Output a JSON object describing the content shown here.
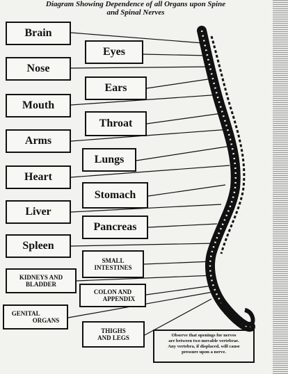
{
  "title": {
    "line1": "Diagram Showing Dependence of all Organs upon Spine",
    "line2": "and Spinal Nerves"
  },
  "organs": {
    "brain": "Brain",
    "eyes": "Eyes",
    "nose": "Nose",
    "ears": "Ears",
    "mouth": "Mouth",
    "throat": "Throat",
    "arms": "Arms",
    "lungs": "Lungs",
    "heart": "Heart",
    "stomach": "Stomach",
    "liver": "Liver",
    "pancreas": "Pancreas",
    "spleen": "Spleen",
    "small_intestines_1": "SMALL",
    "small_intestines_2": "INTESTINES",
    "kidneys_1": "KIDNEYS AND",
    "kidneys_2": "BLADDER",
    "colon_1": "COLON AND",
    "colon_2": "APPENDIX",
    "genital_1": "GENITAL",
    "genital_2": "ORGANS",
    "thighs_1": "THIGHS",
    "thighs_2": "AND LEGS"
  },
  "note": {
    "line1": "Observe that openings for nerves",
    "line2": "are between two movable vertebrae.",
    "line3": "Any vertebra, if displaced, will cause",
    "line4": "pressure upon a nerve."
  }
}
